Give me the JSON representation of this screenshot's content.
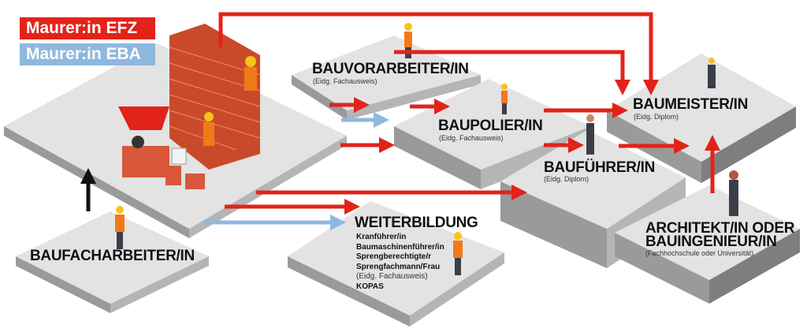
{
  "legend": {
    "efz": "Maurer:in EFZ",
    "eba": "Maurer:in EBA",
    "efz_color": "#e2231a",
    "eba_color": "#8fb8de"
  },
  "nodes": {
    "baufacharbeiter": {
      "title": "BAUFACHARBEITER/IN"
    },
    "bauvorarbeiter": {
      "title": "BAUVORARBEITER/IN",
      "sub": "(Eidg. Fachausweis)"
    },
    "baupolier": {
      "title": "BAUPOLIER/IN",
      "sub": "(Eidg. Fachausweis)"
    },
    "baufuehrer": {
      "title": "BAUFÜHRER/IN",
      "sub": "(Eidg. Diplom)"
    },
    "baumeister": {
      "title": "BAUMEISTER/IN",
      "sub": "(Eidg. Diplom)"
    },
    "architekt": {
      "title1": "ARCHITEKT/IN ODER",
      "title2": "BAUINGENIEUR/IN",
      "sub": "(Fachhochschule oder Universität)"
    },
    "weiterbildung": {
      "title": "WEITERBILDUNG",
      "items": [
        "Kranführer/in",
        "Baumaschinenführer/in",
        "Sprengberechtigte/r",
        "Sprengfachmann/Frau"
      ],
      "note": "(Eidg. Fachausweis)",
      "last": "KOPAS"
    }
  }
}
